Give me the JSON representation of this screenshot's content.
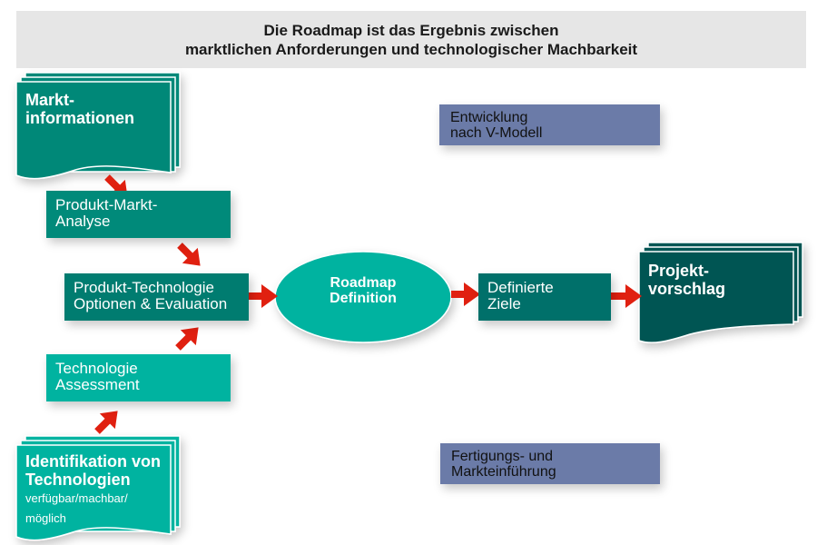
{
  "title": {
    "line1": "Die Roadmap ist das Ergebnis zwischen",
    "line2": "marktlichen Anforderungen und technologischer Machbarkeit"
  },
  "nodes": {
    "marktinformationen": {
      "lines": [
        "Markt-",
        "informationen"
      ],
      "shape": "document-stack",
      "color": "#008878"
    },
    "produkt_markt_analyse": {
      "lines": [
        "Produkt-Markt-",
        "Analyse"
      ],
      "shape": "rectangle",
      "color": "#008a7a"
    },
    "produkt_technologie": {
      "lines": [
        "Produkt-Technologie",
        "Optionen & Evaluation"
      ],
      "shape": "rectangle",
      "color": "#007c70"
    },
    "technologie_assessment": {
      "lines": [
        "Technologie",
        "Assessment"
      ],
      "shape": "rectangle",
      "color": "#00b3a0"
    },
    "identifikation": {
      "lines": [
        "Identifikation von",
        "Technologien"
      ],
      "sublines": [
        "verfügbar/machbar/",
        "möglich"
      ],
      "shape": "document-stack",
      "color": "#00b3a0"
    },
    "roadmap_definition": {
      "lines": [
        "Roadmap",
        "Definition"
      ],
      "shape": "ellipse",
      "color": "#00b3a0"
    },
    "definierte_ziele": {
      "lines": [
        "Definierte",
        "Ziele"
      ],
      "shape": "rectangle",
      "color": "#00706a"
    },
    "projektvorschlag": {
      "lines": [
        "Projekt-",
        "vorschlag"
      ],
      "shape": "document-stack",
      "color": "#005552"
    },
    "entwicklung": {
      "lines": [
        "Entwicklung",
        "nach V-Modell"
      ],
      "shape": "rectangle",
      "color": "#6b7ba8"
    },
    "fertigung": {
      "lines": [
        "Fertigungs- und",
        "Markteinführung"
      ],
      "shape": "rectangle",
      "color": "#6b7ba8"
    }
  },
  "edges": [
    {
      "from": "marktinformationen",
      "to": "produkt_markt_analyse"
    },
    {
      "from": "produkt_markt_analyse",
      "to": "produkt_technologie"
    },
    {
      "from": "identifikation",
      "to": "technologie_assessment"
    },
    {
      "from": "technologie_assessment",
      "to": "produkt_technologie"
    },
    {
      "from": "produkt_technologie",
      "to": "roadmap_definition"
    },
    {
      "from": "roadmap_definition",
      "to": "definierte_ziele"
    },
    {
      "from": "definierte_ziele",
      "to": "projektvorschlag"
    }
  ],
  "colors": {
    "arrow": "#e02010",
    "banner": "#e6e6e6"
  }
}
